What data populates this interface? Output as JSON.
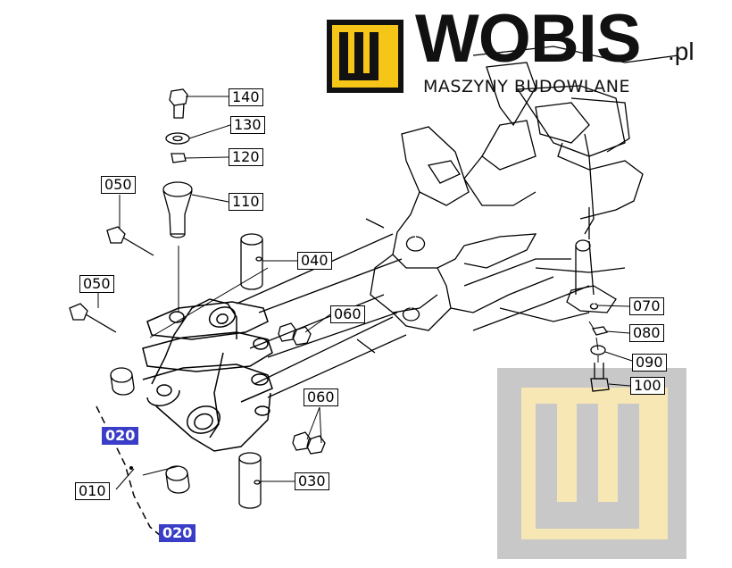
{
  "brand": {
    "name": "WOBIS",
    "tld": ".pl",
    "tagline": "MASZYNY BUDOWLANE",
    "accent_color": "#f5c518",
    "watermark_color": "#f6e7b4"
  },
  "callouts": [
    "140",
    "130",
    "120",
    "110",
    "050",
    "040",
    "060",
    "050",
    "010",
    "020",
    "020",
    "060",
    "030",
    "070",
    "080",
    "090",
    "100"
  ],
  "highlight_color": "#3a3ec6"
}
